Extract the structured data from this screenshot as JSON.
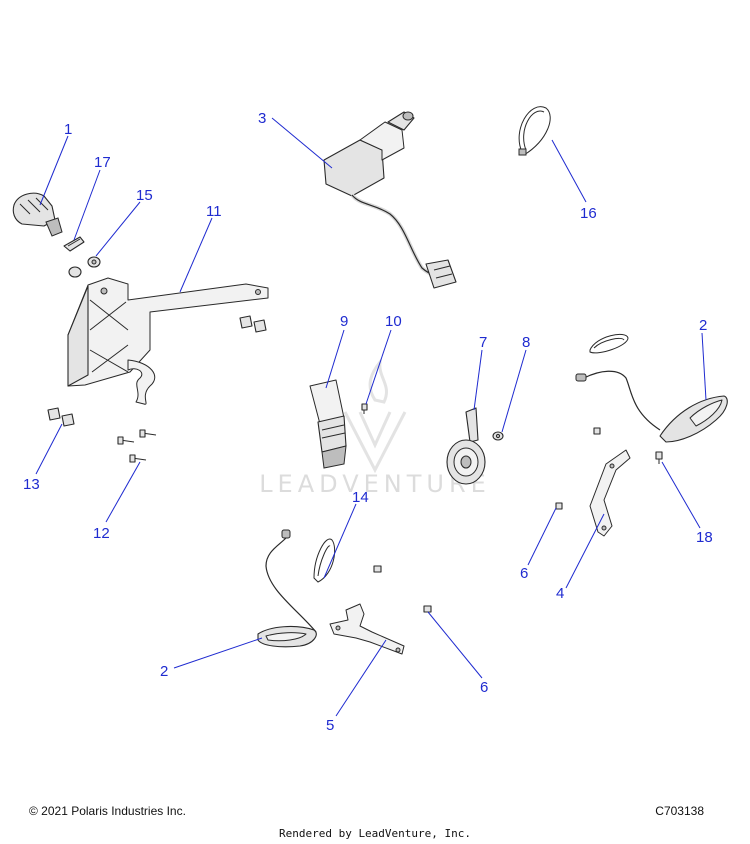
{
  "watermark": {
    "text": "LEADVENTURE"
  },
  "callouts": {
    "c1": "1",
    "c2a": "2",
    "c2b": "2",
    "c3": "3",
    "c4": "4",
    "c5": "5",
    "c6a": "6",
    "c6b": "6",
    "c7": "7",
    "c8": "8",
    "c9": "9",
    "c10": "10",
    "c11": "11",
    "c12": "12",
    "c13": "13",
    "c14": "14",
    "c15": "15",
    "c16": "16",
    "c17": "17",
    "c18": "18"
  },
  "footer": {
    "copyright": "© 2021 Polaris Industries Inc.",
    "part_code": "C703138",
    "rendered_by": "Rendered by LeadVenture, Inc."
  },
  "colors": {
    "callout": "#1f2bd0",
    "line_art": "#2a2a2a",
    "watermark": "#dcdcdc"
  }
}
